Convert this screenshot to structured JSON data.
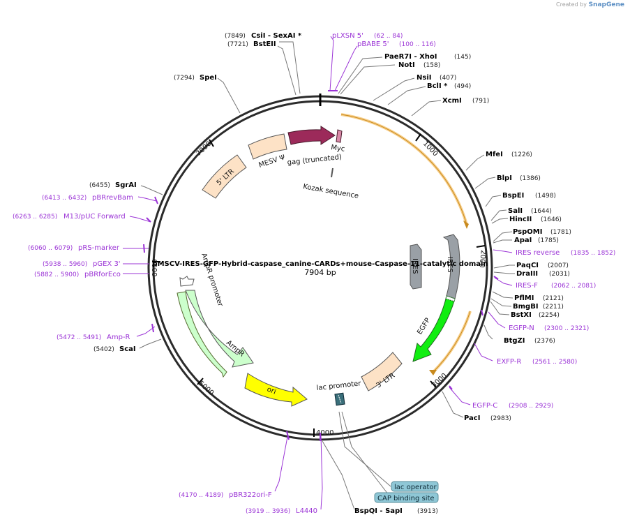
{
  "app": {
    "created_by": "Created by",
    "brand": "SnapGene"
  },
  "plasmid": {
    "name": "pMSCV-IRES-GFP-Hybrid-caspase_canine-CARDs+mouse-Caspase-11-catalytic domain",
    "length_label": "7904 bp",
    "length": 7904
  },
  "ticks": [
    "1000",
    "2000",
    "3000",
    "4000",
    "5000",
    "6000",
    "7000"
  ],
  "enzymes": [
    {
      "name": "CsiI - SexAI *",
      "pos": "(7849)"
    },
    {
      "name": "BstEII",
      "pos": "(7721)"
    },
    {
      "name": "SpeI",
      "pos": "(7294)"
    },
    {
      "name": "PaeR7I - XhoI",
      "pos": "(145)"
    },
    {
      "name": "NotI",
      "pos": "(158)"
    },
    {
      "name": "NsiI",
      "pos": "(407)"
    },
    {
      "name": "BclI *",
      "pos": "(494)"
    },
    {
      "name": "XcmI",
      "pos": "(791)"
    },
    {
      "name": "MfeI",
      "pos": "(1226)"
    },
    {
      "name": "BlpI",
      "pos": "(1386)"
    },
    {
      "name": "BspEI",
      "pos": "(1498)"
    },
    {
      "name": "SalI",
      "pos": "(1644)"
    },
    {
      "name": "HincII",
      "pos": "(1646)"
    },
    {
      "name": "PspOMI",
      "pos": "(1781)"
    },
    {
      "name": "ApaI",
      "pos": "(1785)"
    },
    {
      "name": "PaqCI",
      "pos": "(2007)"
    },
    {
      "name": "DraIII",
      "pos": "(2031)"
    },
    {
      "name": "PflMI",
      "pos": "(2121)"
    },
    {
      "name": "BmgBI",
      "pos": "(2211)"
    },
    {
      "name": "BstXI",
      "pos": "(2254)"
    },
    {
      "name": "BtgZI",
      "pos": "(2376)"
    },
    {
      "name": "PacI",
      "pos": "(2983)"
    },
    {
      "name": "BspQI - SapI",
      "pos": "(3913)"
    },
    {
      "name": "ScaI",
      "pos": "(5402)"
    },
    {
      "name": "SgrAI",
      "pos": "(6455)"
    }
  ],
  "primers": [
    {
      "name": "pLXSN 5'",
      "pos": "(62 .. 84)"
    },
    {
      "name": "pBABE 5'",
      "pos": "(100 .. 116)"
    },
    {
      "name": "IRES reverse",
      "pos": "(1835 .. 1852)"
    },
    {
      "name": "IRES-F",
      "pos": "(2062 .. 2081)"
    },
    {
      "name": "EGFP-N",
      "pos": "(2300 .. 2321)"
    },
    {
      "name": "EXFP-R",
      "pos": "(2561 .. 2580)"
    },
    {
      "name": "EGFP-C",
      "pos": "(2908 .. 2929)"
    },
    {
      "name": "pBR322ori-F",
      "pos": "(4170 .. 4189)"
    },
    {
      "name": "L4440",
      "pos": "(3919 .. 3936)"
    },
    {
      "name": "Amp-R",
      "pos": "(5472 .. 5491)"
    },
    {
      "name": "pBRforEco",
      "pos": "(5882 .. 5900)"
    },
    {
      "name": "pGEX 3'",
      "pos": "(5938 .. 5960)"
    },
    {
      "name": "pRS-marker",
      "pos": "(6060 .. 6079)"
    },
    {
      "name": "M13/pUC Forward",
      "pos": "(6263 .. 6285)"
    },
    {
      "name": "pBRrevBam",
      "pos": "(6413 .. 6432)"
    }
  ],
  "features": {
    "ltr5": "5' LTR",
    "mesv": "MESV Ψ",
    "gag": "gag (truncated)",
    "myc": "Myc",
    "kozak": "Kozak sequence",
    "ires1": "IRES",
    "ires2": "IRES",
    "egfp": "EGFP",
    "ltr3": "3' LTR",
    "lac_promoter": "lac promoter",
    "ori": "ori",
    "ampr": "AmpR",
    "ampr_promoter": "AmpR promoter"
  },
  "boxes": {
    "lac_operator": "lac operator",
    "cap_site": "CAP binding site"
  },
  "colors": {
    "backbone": "#2b2b2b",
    "primer": "#9b34d6",
    "ltr": "#fde2c6",
    "gag": "#9c2a5a",
    "ires": "#9aa0a6",
    "egfp": "#11ee11",
    "ori": "#ffff00",
    "ampr": "#ccffcc",
    "orf_highlight": "#f5c26b",
    "box_fill": "#8fc7d6"
  }
}
